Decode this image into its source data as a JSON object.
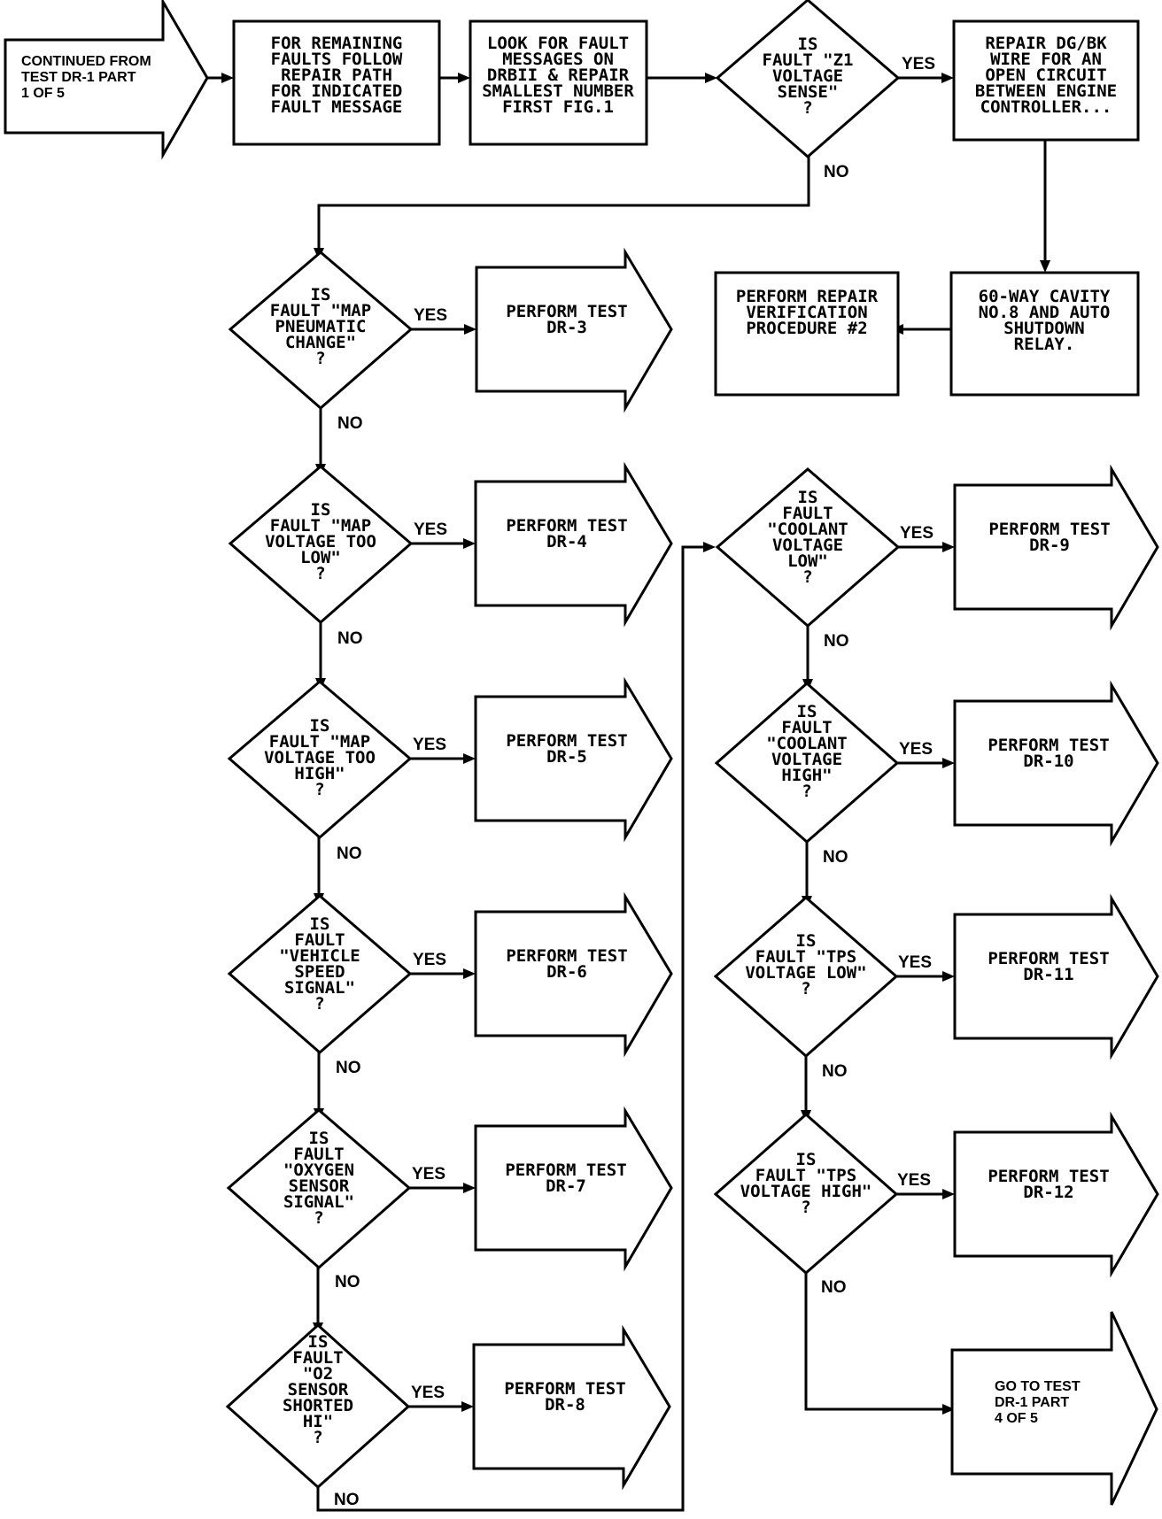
{
  "start": {
    "text": "CONTINUED FROM\nTEST DR-1 PART\n1 OF 5"
  },
  "end": {
    "text": "GO TO TEST\nDR-1 PART\n4 OF 5"
  },
  "steps": {
    "remaining_faults": "FOR REMAINING\nFAULTS FOLLOW\nREPAIR PATH\nFOR INDICATED\nFAULT MESSAGE",
    "look_for_fault": "LOOK FOR FAULT\nMESSAGES ON\nDRBII & REPAIR\nSMALLEST NUMBER\nFIRST FIG.1",
    "repair_dgbk": "REPAIR DG/BK\nWIRE FOR AN\nOPEN CIRCUIT\nBETWEEN ENGINE\nCONTROLLER...",
    "cavity": "60-WAY CAVITY\nNO.8 AND AUTO\nSHUTDOWN\nRELAY.",
    "verification": "PERFORM REPAIR\nVERIFICATION\nPROCEDURE #2"
  },
  "decisions": {
    "z1": "IS\nFAULT \"Z1\nVOLTAGE\nSENSE\"\n?",
    "map_pneumatic": "IS\nFAULT \"MAP\nPNEUMATIC\nCHANGE\"\n?",
    "map_low": "IS\nFAULT \"MAP\nVOLTAGE TOO\nLOW\"\n?",
    "map_high": "IS\nFAULT \"MAP\nVOLTAGE TOO\nHIGH\"\n?",
    "vss": "IS\nFAULT\n\"VEHICLE\nSPEED\nSIGNAL\"\n?",
    "oxygen": "IS\nFAULT\n\"OXYGEN\nSENSOR\nSIGNAL\"\n?",
    "o2_shorted": "IS\nFAULT\n\"O2\nSENSOR\nSHORTED\nHI\"\n?",
    "coolant_low": "IS\nFAULT\n\"COOLANT\nVOLTAGE\nLOW\"\n?",
    "coolant_high": "IS\nFAULT\n\"COOLANT\nVOLTAGE\nHIGH\"\n?",
    "tps_low": "IS\nFAULT \"TPS\nVOLTAGE LOW\"\n?",
    "tps_high": "IS\nFAULT \"TPS\nVOLTAGE HIGH\"\n?"
  },
  "tests": {
    "dr3": "PERFORM TEST\nDR-3",
    "dr4": "PERFORM TEST\nDR-4",
    "dr5": "PERFORM TEST\nDR-5",
    "dr6": "PERFORM TEST\nDR-6",
    "dr7": "PERFORM TEST\nDR-7",
    "dr8": "PERFORM TEST\nDR-8",
    "dr9": "PERFORM TEST\nDR-9",
    "dr10": "PERFORM TEST\nDR-10",
    "dr11": "PERFORM TEST\nDR-11",
    "dr12": "PERFORM TEST\nDR-12"
  },
  "labels": {
    "yes": "YES",
    "no": "NO"
  }
}
